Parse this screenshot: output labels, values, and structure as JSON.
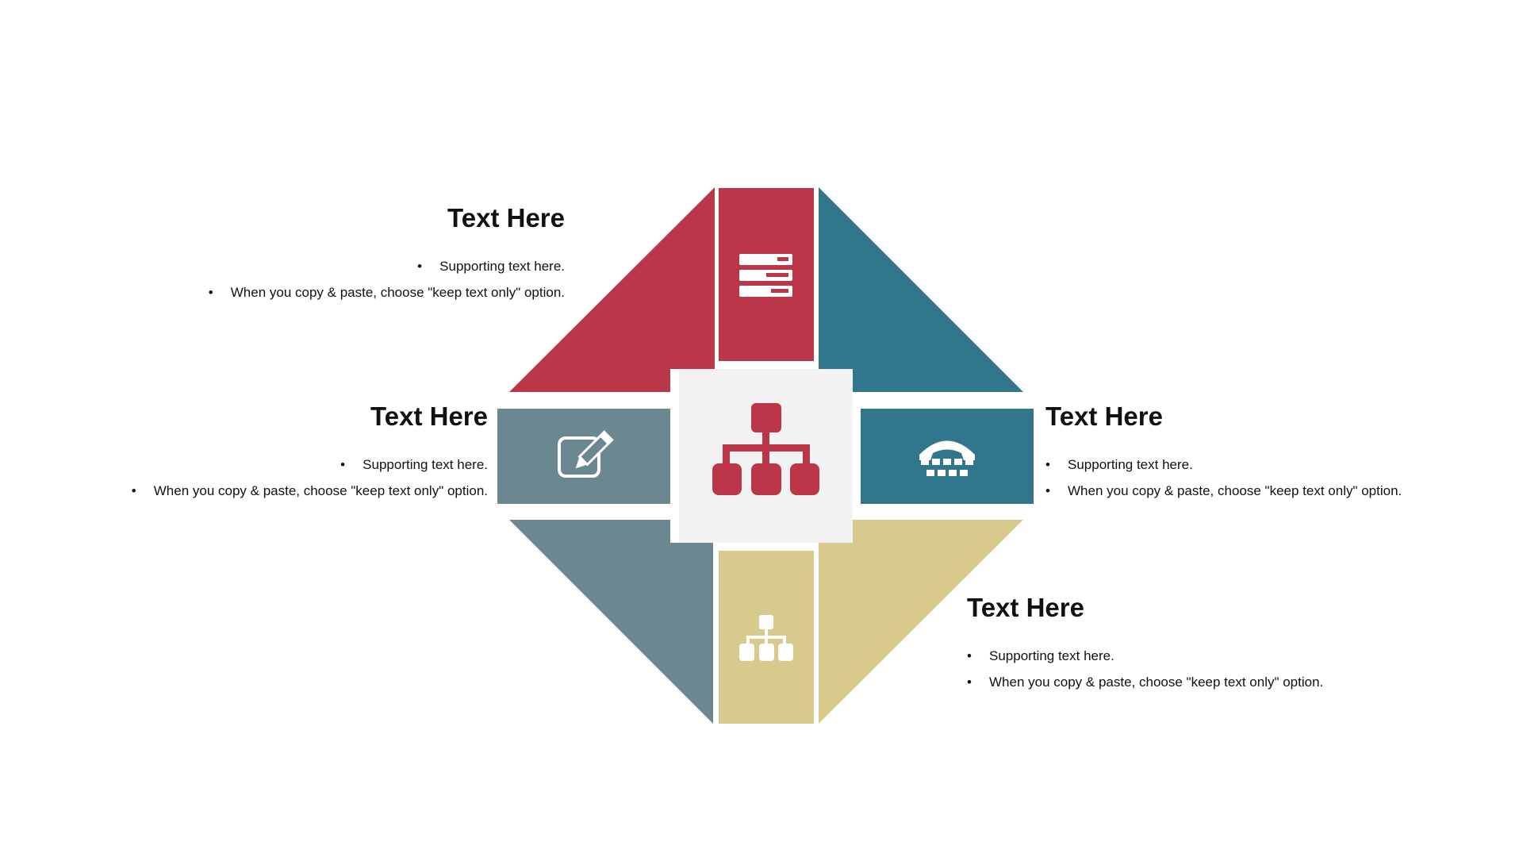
{
  "colors": {
    "red": "#bc3649",
    "teal": "#30768d",
    "slate": "#6b8890",
    "sand": "#d8c98c",
    "center": "#f2f2f2",
    "icon_light": "#ffffff"
  },
  "icons": {
    "top": "server-icon",
    "left": "edit-icon",
    "right": "telephone-icon",
    "bottom": "hierarchy-icon",
    "center": "hierarchy-icon"
  },
  "blocks": {
    "top_left": {
      "heading": "Text Here",
      "bullets": [
        "Supporting text here.",
        "When you copy & paste, choose \"keep text only\" option."
      ]
    },
    "mid_left": {
      "heading": "Text Here",
      "bullets": [
        "Supporting text here.",
        "When you copy & paste, choose \"keep text only\" option."
      ]
    },
    "mid_right": {
      "heading": "Text Here",
      "bullets": [
        "Supporting text here.",
        "When you copy & paste, choose \"keep text only\" option."
      ]
    },
    "bottom_right": {
      "heading": "Text Here",
      "bullets": [
        "Supporting text here.",
        "When you copy & paste, choose \"keep text only\" option."
      ]
    }
  }
}
